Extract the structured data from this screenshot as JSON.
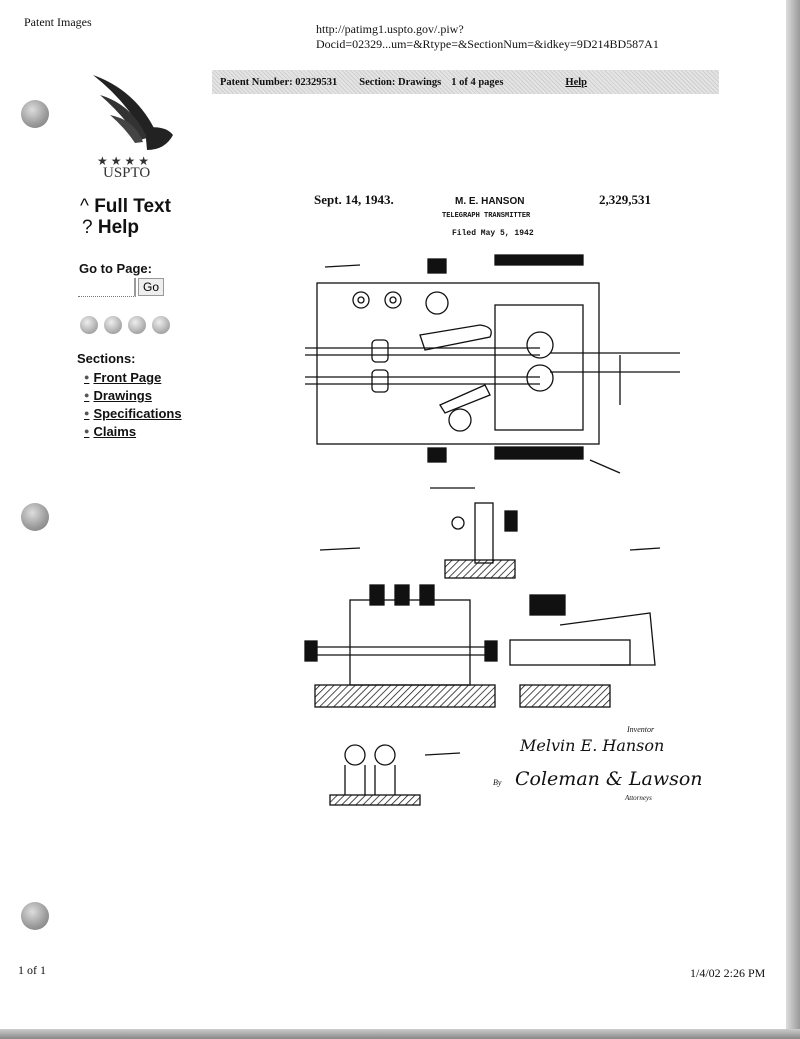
{
  "print_header": {
    "left": "Patent Images",
    "url": "http://patimg1.uspto.gov/.piw?Docid=02329...um=&Rtype=&SectionNum=&idkey=9D214BD587A1"
  },
  "logo": {
    "text": "USPTO"
  },
  "nav": {
    "full_text": "Full Text",
    "help": "Help",
    "goto_label": "Go to Page:",
    "goto_value": "",
    "go_button": "Go"
  },
  "sections": {
    "title": "Sections:",
    "items": [
      "Front Page",
      "Drawings",
      "Specifications",
      "Claims"
    ]
  },
  "toolbar": {
    "patent_number": "Patent Number: 02329531",
    "section": "Section: Drawings",
    "pages": "1 of 4 pages",
    "help": "Help"
  },
  "patent": {
    "date": "Sept. 14, 1943.",
    "inventor_header": "M. E. HANSON",
    "number": "2,329,531",
    "title": "TELEGRAPH TRANSMITTER",
    "filed": "Filed May 5, 1942",
    "inventor_label": "Inventor",
    "inventor_signature": "Melvin E. Hanson",
    "by": "By",
    "attorney_signature": "Coleman & Lawson",
    "attorneys_label": "Attorneys"
  },
  "footer": {
    "page": "1 of 1",
    "timestamp": "1/4/02 2:26 PM"
  }
}
